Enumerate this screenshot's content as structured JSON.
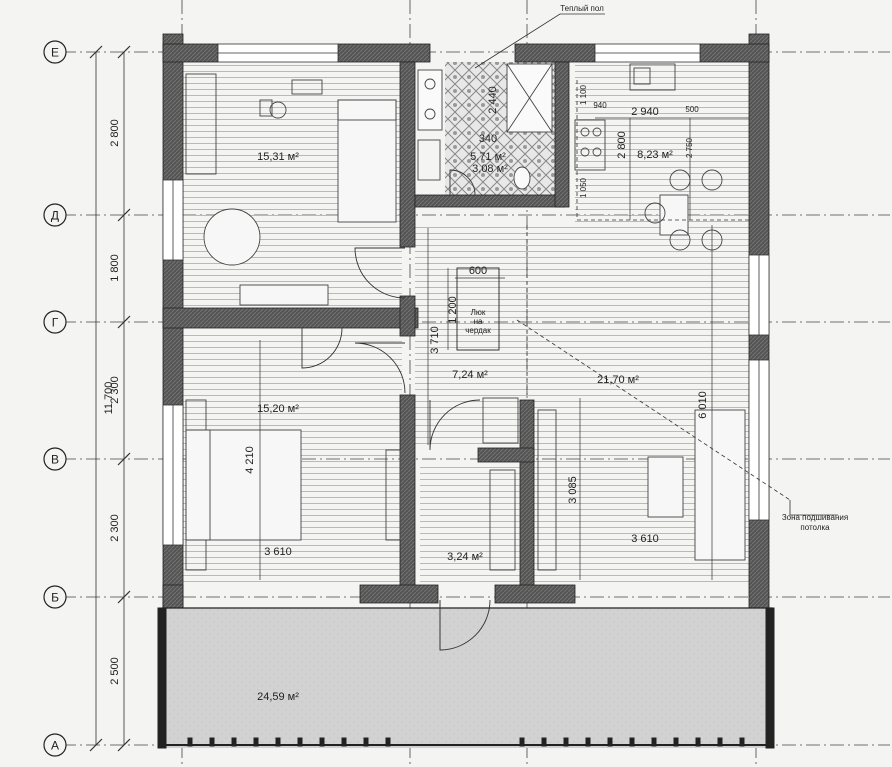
{
  "axes": [
    {
      "id": "e",
      "label": "Е"
    },
    {
      "id": "d",
      "label": "Д"
    },
    {
      "id": "g",
      "label": "Г"
    },
    {
      "id": "v",
      "label": "В"
    },
    {
      "id": "b",
      "label": "Б"
    },
    {
      "id": "a",
      "label": "А"
    }
  ],
  "dims_vertical": {
    "overall": "11 700",
    "segments": [
      "2 800",
      "1 800",
      "2 300",
      "2 300",
      "2 500"
    ]
  },
  "rooms": {
    "bedroom1": "15,31 м²",
    "bedroom2": "15,20 м²",
    "bath_total": "5,71 м²",
    "shower": "3,08 м²",
    "kitchen": "8,23 м²",
    "hall": "7,24 м²",
    "living": "21,70 м²",
    "vestibule": "3,24 м²",
    "terrace": "24,59 м²"
  },
  "dims_inner": {
    "bath_340": "340",
    "bath_2440": "2 440",
    "hatch_w": "600",
    "hatch_h": "1 200",
    "hall_3710": "3 710",
    "bed2_4210": "4 210",
    "bed2_3610": "3 610",
    "living_3610": "3 610",
    "living_6010": "6 010",
    "living_3085": "3 085",
    "kitchen_2940": "2 940",
    "kitchen_2800": "2 800",
    "kitchen_940": "940",
    "kitchen_500": "500",
    "kitchen_2750": "2 750",
    "kitchen_1100": "1 100",
    "kitchen_1050": "1 050"
  },
  "annotations": {
    "warm_floor": "Теплый пол",
    "hatch_line1": "Люк",
    "hatch_line2": "на",
    "hatch_line3": "чердак",
    "ceiling_line1": "Зона подшивания",
    "ceiling_line2": "потолка"
  }
}
